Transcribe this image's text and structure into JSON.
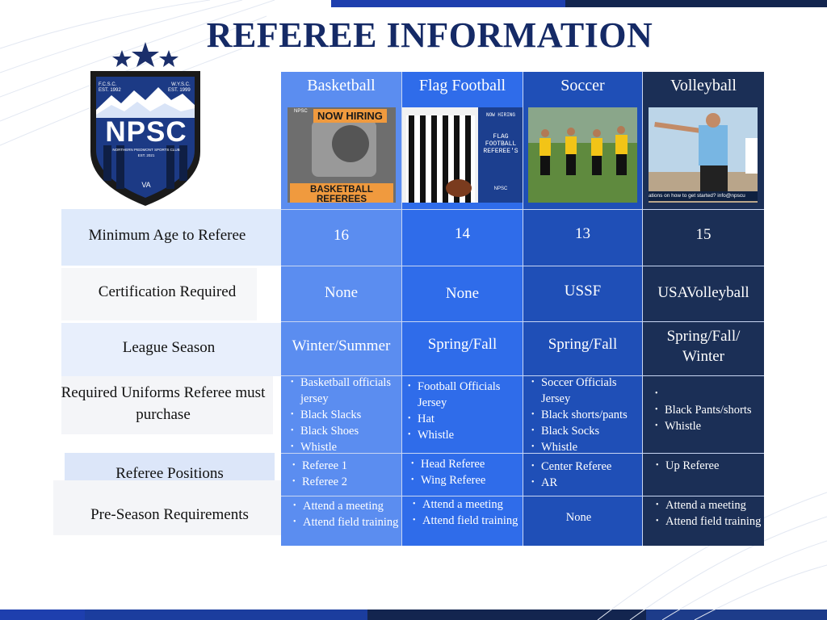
{
  "title": "REFEREE INFORMATION",
  "logo": {
    "left_text": "F.C.S.C.",
    "left_est": "EST. 1992",
    "right_text": "W.Y.S.C.",
    "right_est": "EST. 1999",
    "abbr": "NPSC",
    "full_name": "NORTHERN PIEDMONT SPORTS CLUB",
    "est": "EST. 2021",
    "state": "VA"
  },
  "sports": [
    {
      "name": "Basketball",
      "image": {
        "badge": "NPSC",
        "line1": "NOW HIRING",
        "line2": "BASKETBALL REFEREES"
      }
    },
    {
      "name": "Flag Football",
      "image": {
        "line1": "NOW HIRING",
        "line2": "FLAG FOOTBALL REFEREE'S",
        "badge": "NPSC"
      }
    },
    {
      "name": "Soccer"
    },
    {
      "name": "Volleyball",
      "image": {
        "caption": "ations on how to get started? info@npscu"
      }
    }
  ],
  "rows": {
    "min_age": {
      "label": "Minimum Age to Referee",
      "values": [
        "16",
        "14",
        "13",
        "15"
      ]
    },
    "certification": {
      "label": "Certification Required",
      "values": [
        "None",
        "None",
        "USSF",
        "USAVolleyball"
      ]
    },
    "season": {
      "label": "League Season",
      "values": [
        "Winter/Summer",
        "Spring/Fall",
        "Spring/Fall",
        "Spring/Fall/ Winter"
      ]
    },
    "uniforms": {
      "label": "Required Uniforms Referee must purchase",
      "values": [
        [
          "Basketball officials jersey",
          "Black Slacks",
          "Black Shoes",
          "Whistle"
        ],
        [
          "Football Officials Jersey",
          "Hat",
          "Whistle"
        ],
        [
          "Soccer Officials Jersey",
          "Black shorts/pants",
          "Black Socks",
          "Whistle"
        ],
        [
          "",
          "Black Pants/shorts",
          "Whistle"
        ]
      ]
    },
    "positions": {
      "label": "Referee Positions",
      "values": [
        [
          "Referee 1",
          "Referee 2"
        ],
        [
          "Head Referee",
          "Wing Referee"
        ],
        [
          "Center Referee",
          "AR"
        ],
        [
          "Up Referee"
        ]
      ]
    },
    "preseason": {
      "label": "Pre-Season Requirements",
      "values": [
        [
          "Attend a meeting",
          "Attend field training"
        ],
        [
          "Attend a meeting",
          "Attend field training"
        ],
        "None",
        [
          "Attend a meeting",
          "Attend field training"
        ]
      ]
    }
  }
}
